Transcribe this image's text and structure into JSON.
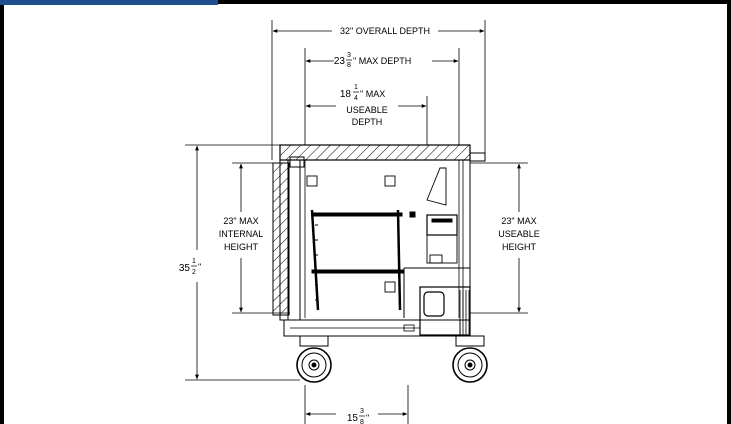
{
  "dimensions": {
    "overall_depth": "32\" OVERALL DEPTH",
    "max_depth": {
      "whole": "23",
      "num": "3",
      "den": "8",
      "suffix": "\" MAX DEPTH"
    },
    "useable_depth": {
      "whole": "18",
      "num": "1",
      "den": "4",
      "line1": "\" MAX",
      "line2": "USEABLE",
      "line3": "DEPTH"
    },
    "internal_height": {
      "line1": "23\" MAX",
      "line2": "INTERNAL",
      "line3": "HEIGHT"
    },
    "useable_height": {
      "line1": "23\" MAX",
      "line2": "USEABLE",
      "line3": "HEIGHT"
    },
    "overall_height": {
      "whole": "35",
      "num": "1",
      "den": "2",
      "suffix": "\""
    },
    "bottom_width": {
      "whole": "15",
      "num": "3",
      "den": "8",
      "suffix": "\""
    }
  },
  "colors": {
    "frame": "#000000",
    "accent_bar": "#1f4e8f",
    "line": "#000000"
  }
}
